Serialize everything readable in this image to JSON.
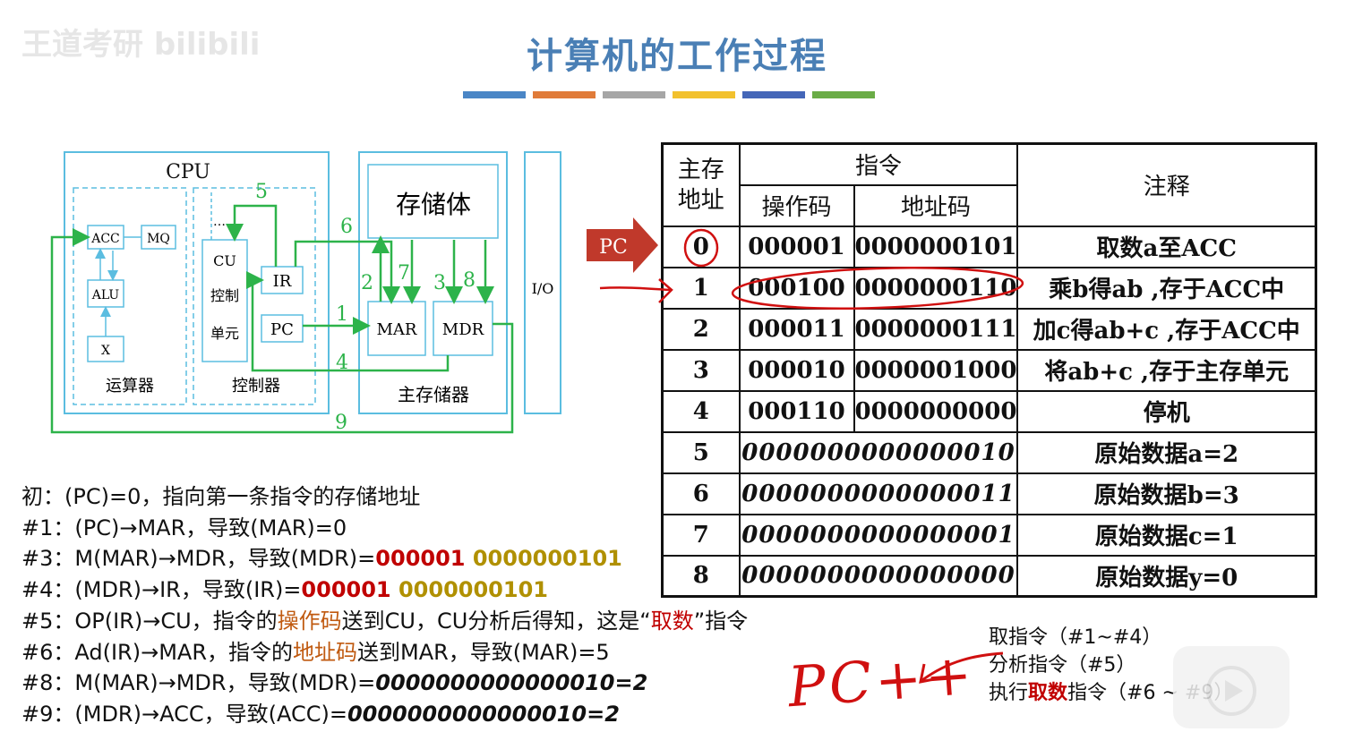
{
  "watermark": "王道考研 bilibili",
  "title": "计算机的工作过程",
  "stripe_colors": [
    "#4a86c6",
    "#e07b39",
    "#a6a6a6",
    "#f2c12e",
    "#4466b8",
    "#6aac46"
  ],
  "diagram": {
    "cpu": "CPU",
    "acc": "ACC",
    "mq": "MQ",
    "alu": "ALU",
    "x": "X",
    "cu": "CU",
    "cu_sub1": "控制",
    "cu_sub2": "单元",
    "ir": "IR",
    "pc": "PC",
    "dots": "…",
    "alu_group": "运算器",
    "ctrl_group": "控制器",
    "storage": "存储体",
    "mar": "MAR",
    "mdr": "MDR",
    "main_memory": "主存储器",
    "io": "I/O",
    "step_labels": [
      "1",
      "2",
      "3",
      "4",
      "5",
      "6",
      "7",
      "8",
      "9"
    ],
    "colors": {
      "box": "#5bbde0",
      "path": "#2db34a"
    }
  },
  "pc_pointer": "PC",
  "table": {
    "header": {
      "addr1": "主存",
      "addr2": "地址",
      "instr": "指令",
      "opcode": "操作码",
      "address": "地址码",
      "note": "注释"
    },
    "rows": [
      {
        "addr": "0",
        "op": "000001",
        "ad": "0000000101",
        "note": "取数a至ACC"
      },
      {
        "addr": "1",
        "op": "000100",
        "ad": "0000000110",
        "note": "乘b得ab ,存于ACC中"
      },
      {
        "addr": "2",
        "op": "000011",
        "ad": "0000000111",
        "note": "加c得ab+c ,存于ACC中"
      },
      {
        "addr": "3",
        "op": "000010",
        "ad": "0000001000",
        "note": "将ab+c ,存于主存单元"
      },
      {
        "addr": "4",
        "op": "000110",
        "ad": "0000000000",
        "note": "停机"
      }
    ],
    "data_rows": [
      {
        "addr": "5",
        "value": "0000000000000010",
        "note": "原始数据a=2"
      },
      {
        "addr": "6",
        "value": "0000000000000011",
        "note": "原始数据b=3"
      },
      {
        "addr": "7",
        "value": "0000000000000001",
        "note": "原始数据c=1"
      },
      {
        "addr": "8",
        "value": "0000000000000000",
        "note": "原始数据y=0"
      }
    ]
  },
  "steps": {
    "s0": "初：(PC)=0，指向第一条指令的存储地址",
    "s1": "#1：(PC)→MAR，导致(MAR)=0",
    "s3a": "#3：M(MAR)→MDR，导致(MDR)=",
    "s3op": "000001",
    "s3ad": " 0000000101",
    "s4a": "#4：(MDR)→IR，导致(IR)=",
    "s4op": "000001",
    "s4ad": " 0000000101",
    "s5a": "#5：OP(IR)→CU，指令的",
    "s5b": "操作码",
    "s5c": "送到CU，CU分析后得知，这是“",
    "s5d": "取数",
    "s5e": "”指令",
    "s6a": "#6：Ad(IR)→MAR，指令的",
    "s6b": "地址码",
    "s6c": "送到MAR，导致(MAR)=5",
    "s8a": "#8：M(MAR)→MDR，导致(MDR)=",
    "s8b": "0000000000000010=2",
    "s9a": "#9：(MDR)→ACC，导致(ACC)=",
    "s9b": "0000000000000010=2"
  },
  "legend": {
    "l1": "取指令（#1~#4）",
    "l2": "分析指令（#5）",
    "l3a": "执行",
    "l3b": "取数",
    "l3c": "指令（#6 ~ #9）"
  },
  "handwriting": "PC++"
}
